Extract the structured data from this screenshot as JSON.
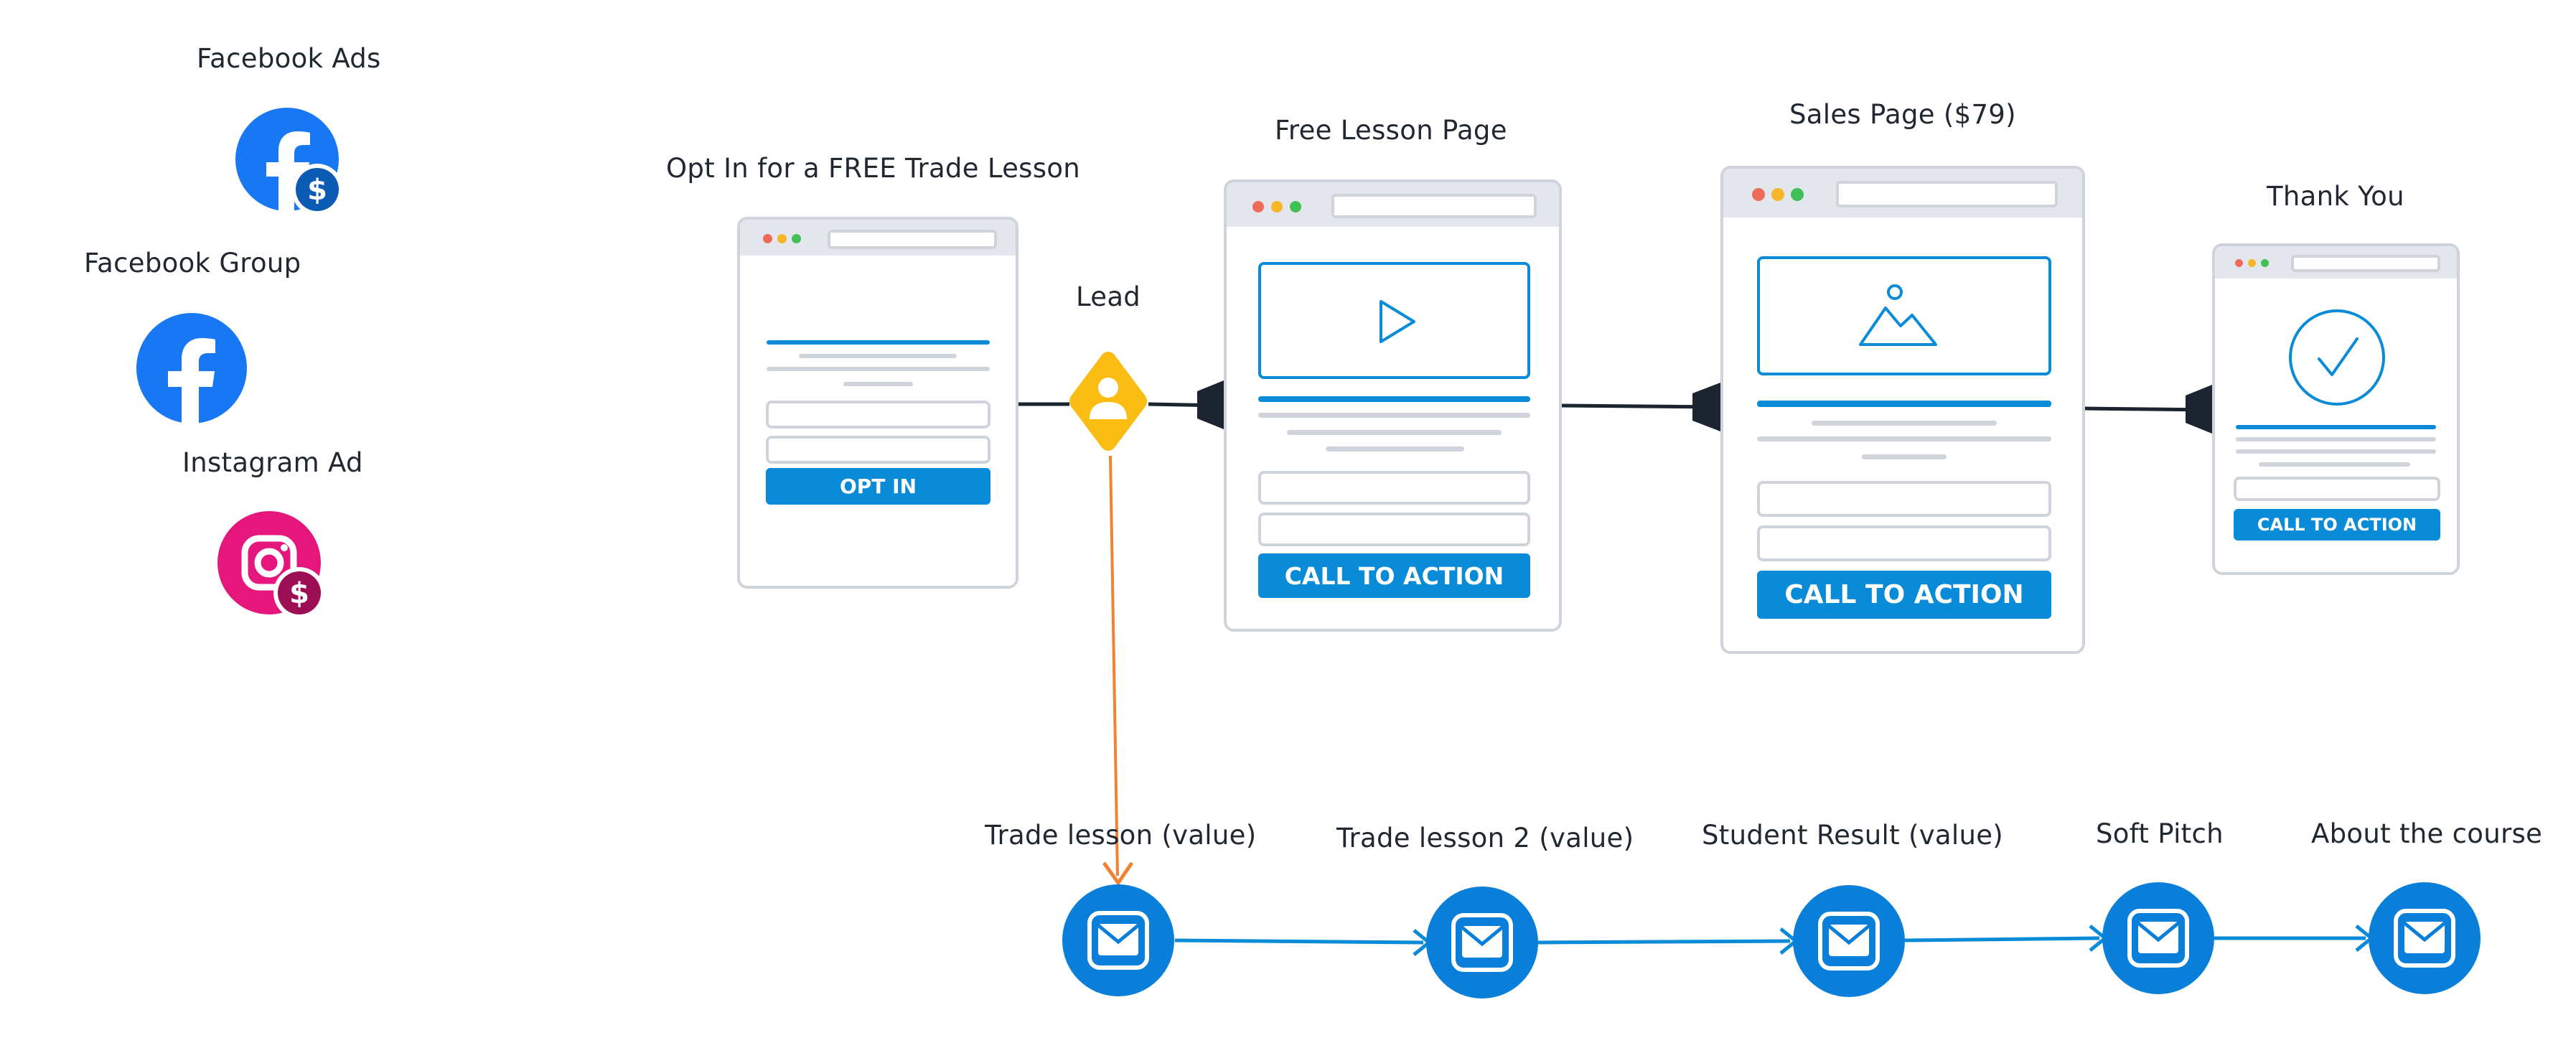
{
  "sources": {
    "facebook_ads": {
      "label": "Facebook Ads",
      "icon": "facebook-dollar-icon"
    },
    "facebook_group": {
      "label": "Facebook Group",
      "icon": "facebook-icon"
    },
    "instagram_ad": {
      "label": "Instagram Ad",
      "icon": "instagram-dollar-icon"
    }
  },
  "pages": {
    "optin": {
      "title": "Opt In for a FREE Trade Lesson",
      "button": "OPT IN"
    },
    "free_lesson": {
      "title": "Free Lesson Page",
      "button": "CALL TO ACTION",
      "media_icon": "play-icon"
    },
    "sales": {
      "title": "Sales Page ($79)",
      "button": "CALL TO ACTION",
      "media_icon": "image-icon"
    },
    "thank_you": {
      "title": "Thank You",
      "button": "CALL TO ACTION",
      "media_icon": "checkmark-icon"
    }
  },
  "lead": {
    "label": "Lead",
    "icon": "person-icon"
  },
  "emails": [
    {
      "label": "Trade lesson (value)",
      "icon": "envelope-icon"
    },
    {
      "label": "Trade lesson 2 (value)",
      "icon": "envelope-icon"
    },
    {
      "label": "Student Result (value)",
      "icon": "envelope-icon"
    },
    {
      "label": "Soft Pitch",
      "icon": "envelope-icon"
    },
    {
      "label": "About the course",
      "icon": "envelope-icon"
    }
  ],
  "colors": {
    "facebook_blue": "#1877f2",
    "instagram_pink": "#e5177c",
    "cta_blue": "#0a8bd8",
    "email_blue": "#0a7fd9",
    "lead_yellow": "#fbbd13",
    "lead_arrow": "#f08232",
    "connector": "#1c2430"
  }
}
